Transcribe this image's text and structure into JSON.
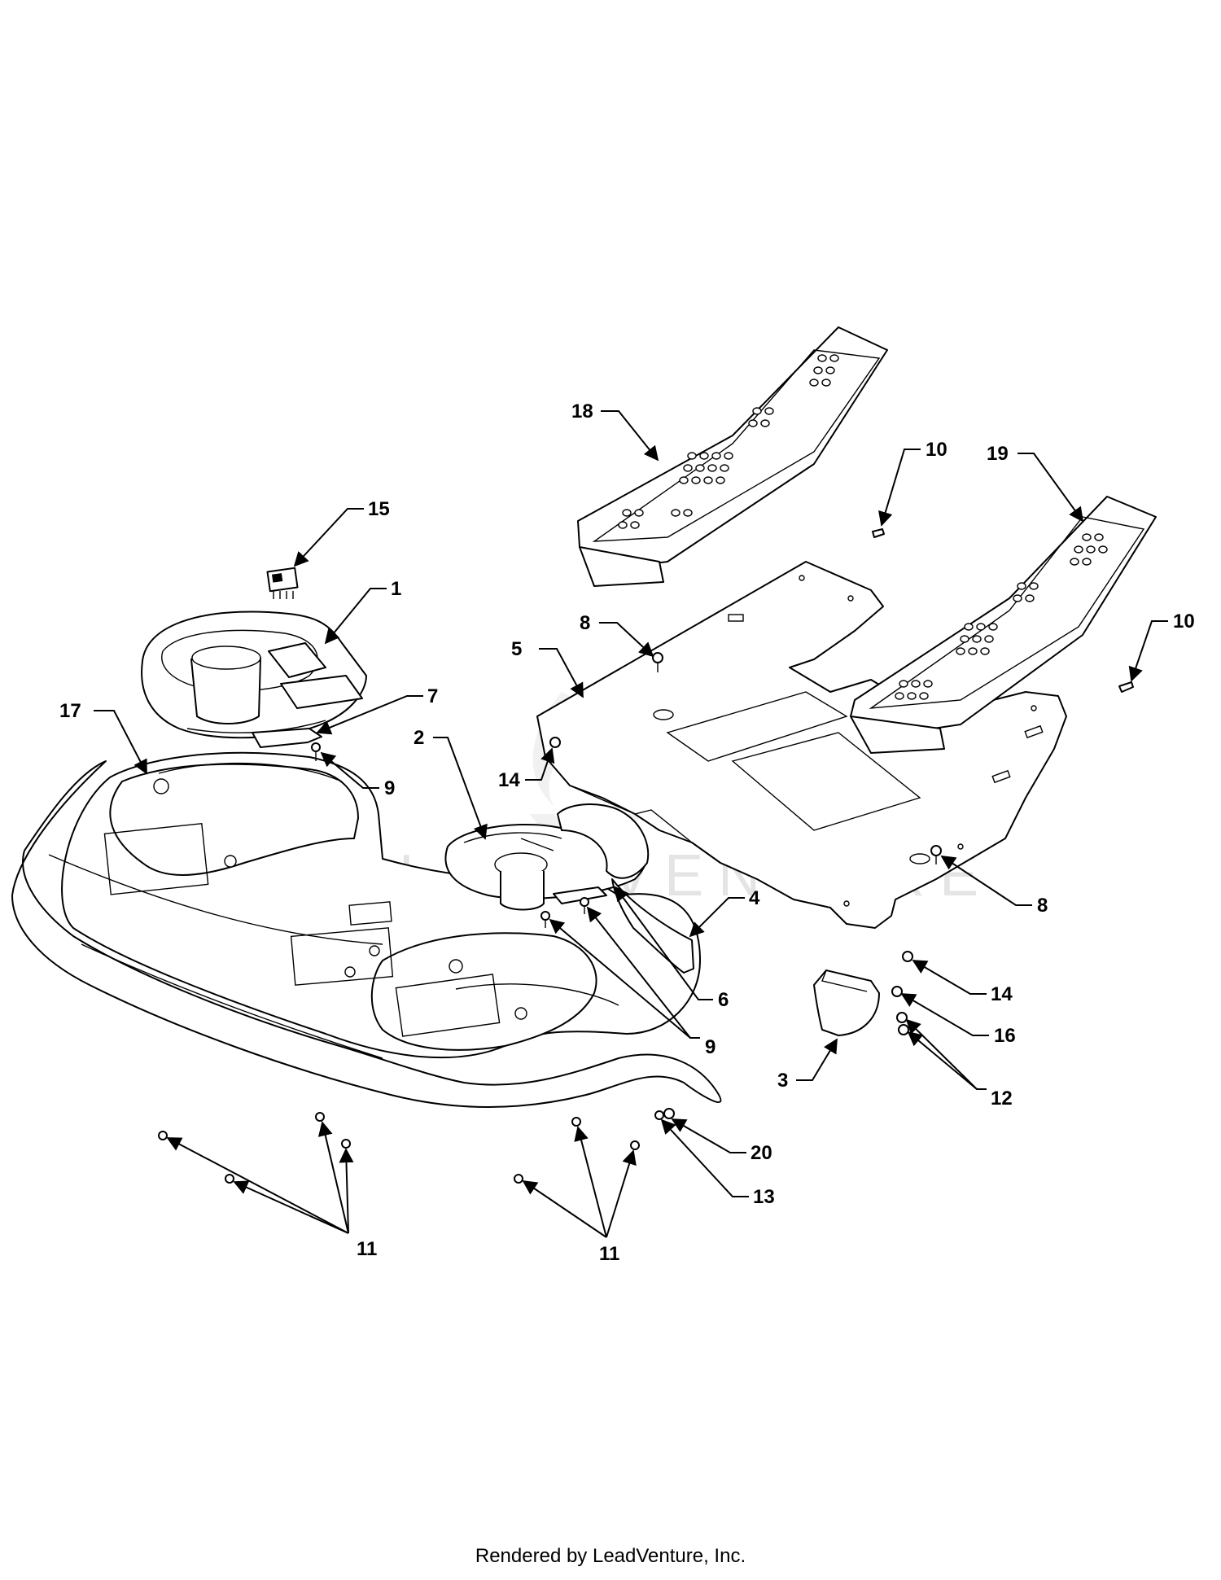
{
  "diagram": {
    "callouts": [
      {
        "id": "c1",
        "label": "1"
      },
      {
        "id": "c2",
        "label": "2"
      },
      {
        "id": "c3",
        "label": "3"
      },
      {
        "id": "c4",
        "label": "4"
      },
      {
        "id": "c5",
        "label": "5"
      },
      {
        "id": "c6",
        "label": "6"
      },
      {
        "id": "c7",
        "label": "7"
      },
      {
        "id": "c8a",
        "label": "8"
      },
      {
        "id": "c8b",
        "label": "8"
      },
      {
        "id": "c9a",
        "label": "9"
      },
      {
        "id": "c9b",
        "label": "9"
      },
      {
        "id": "c10a",
        "label": "10"
      },
      {
        "id": "c10b",
        "label": "10"
      },
      {
        "id": "c11a",
        "label": "11"
      },
      {
        "id": "c11b",
        "label": "11"
      },
      {
        "id": "c12",
        "label": "12"
      },
      {
        "id": "c13",
        "label": "13"
      },
      {
        "id": "c14a",
        "label": "14"
      },
      {
        "id": "c14b",
        "label": "14"
      },
      {
        "id": "c15",
        "label": "15"
      },
      {
        "id": "c16",
        "label": "16"
      },
      {
        "id": "c17",
        "label": "17"
      },
      {
        "id": "c18",
        "label": "18"
      },
      {
        "id": "c19",
        "label": "19"
      },
      {
        "id": "c20",
        "label": "20"
      }
    ],
    "watermark": "LEADVENTURE"
  },
  "footer": {
    "text": "Rendered by LeadVenture, Inc."
  },
  "colors": {
    "line": "#000000",
    "background": "#ffffff",
    "watermark": "#cfcfcf"
  }
}
